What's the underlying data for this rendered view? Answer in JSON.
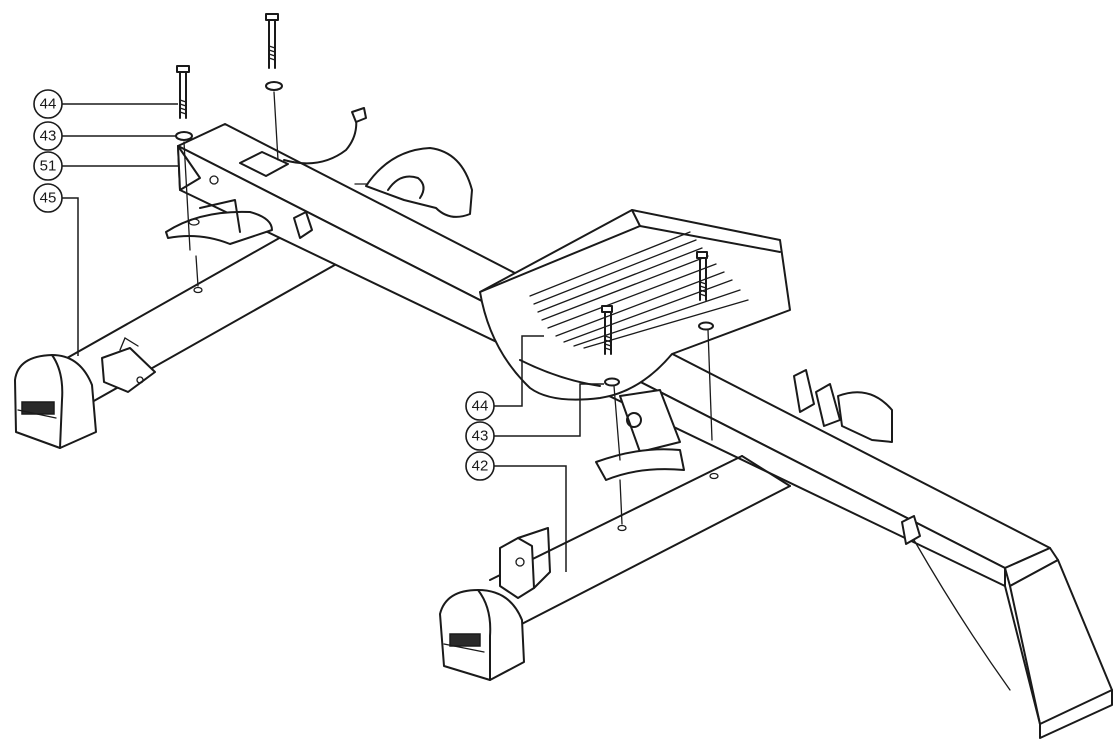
{
  "callouts": [
    {
      "label": "44"
    },
    {
      "label": "43"
    },
    {
      "label": "51"
    },
    {
      "label": "45"
    },
    {
      "label": "44"
    },
    {
      "label": "43"
    },
    {
      "label": "42"
    }
  ],
  "colors": {
    "ink": "#1a1a1a",
    "paper": "#ffffff"
  }
}
